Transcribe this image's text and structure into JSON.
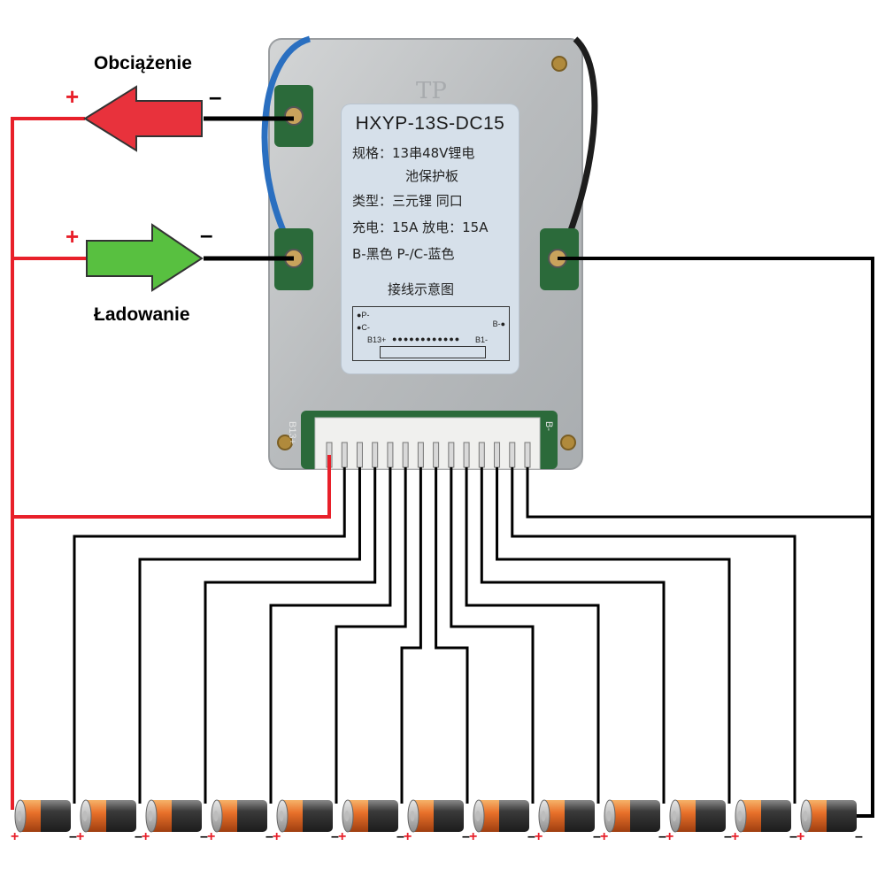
{
  "labels": {
    "load": "Obciążenie",
    "charging": "Ładowanie",
    "plus": "+",
    "minus": "–"
  },
  "board": {
    "brand_mark": "TP",
    "model": "HXYP-13S-DC15",
    "spec_line1": "规格：13串48V锂电",
    "spec_line2": "池保护板",
    "type_line": "类型：三元锂  同口",
    "current_line": "充电：15A    放电：15A",
    "color_line": "B-黑色     P-/C-蓝色",
    "diagram_title": "接线示意图",
    "pin_p": "●P-",
    "pin_c": "●C-",
    "pin_b": "B-●",
    "pin_b13": "B13+",
    "pin_b1": "B1-",
    "connector_left": "B13+",
    "connector_right": "B-"
  },
  "colors": {
    "positive_wire": "#e8202a",
    "negative_wire": "#000000",
    "load_arrow": "#e8323c",
    "charge_arrow": "#58c040",
    "pcb_metal": "#bfc2c4",
    "label_card": "#d6e0ea",
    "blue_wire": "#2a6fc0"
  },
  "cells": {
    "count": 13,
    "plus_sign": "+",
    "minus_sign": "–"
  }
}
